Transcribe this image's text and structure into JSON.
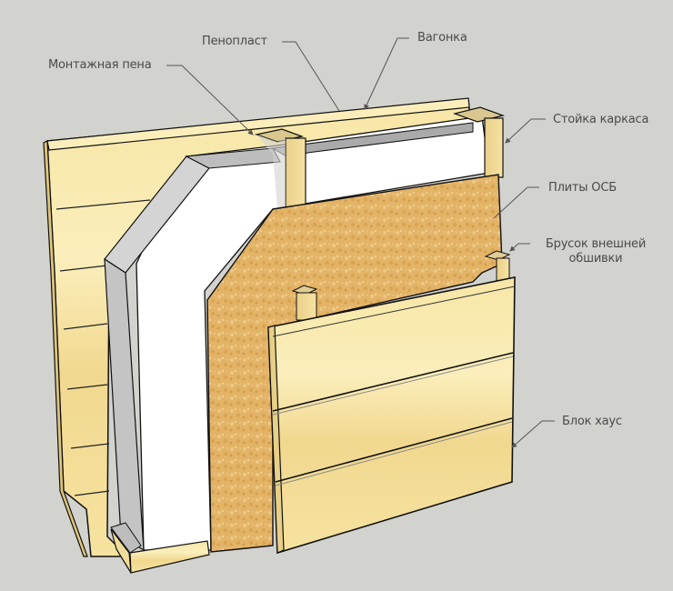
{
  "diagram": {
    "title": "Wall construction cutaway",
    "background_color": "#d2d2cf",
    "colors": {
      "wood": "#f3dc94",
      "wood_light": "#fbeebb",
      "wood_dark": "#e6c77a",
      "osb": "#e2b264",
      "foam": "#ffffff",
      "foam_side": "#c9c9c9",
      "outline": "#111111",
      "leader": "#555555",
      "label_text": "#4a4a4a"
    },
    "labels": {
      "foam_sealant": "Монтажная пена",
      "polystyrene": "Пенопласт",
      "lining": "Вагонка",
      "frame_post": "Стойка каркаса",
      "osb_boards": "Плиты ОСБ",
      "outer_batten_line1": "Брусок внешней",
      "outer_batten_line2": "обшивки",
      "block_house": "Блок хаус"
    },
    "layers": [
      "Вагонка",
      "Стойка каркаса",
      "Пенопласт",
      "Монтажная пена",
      "Плиты ОСБ",
      "Брусок внешней обшивки",
      "Блок хаус"
    ]
  }
}
